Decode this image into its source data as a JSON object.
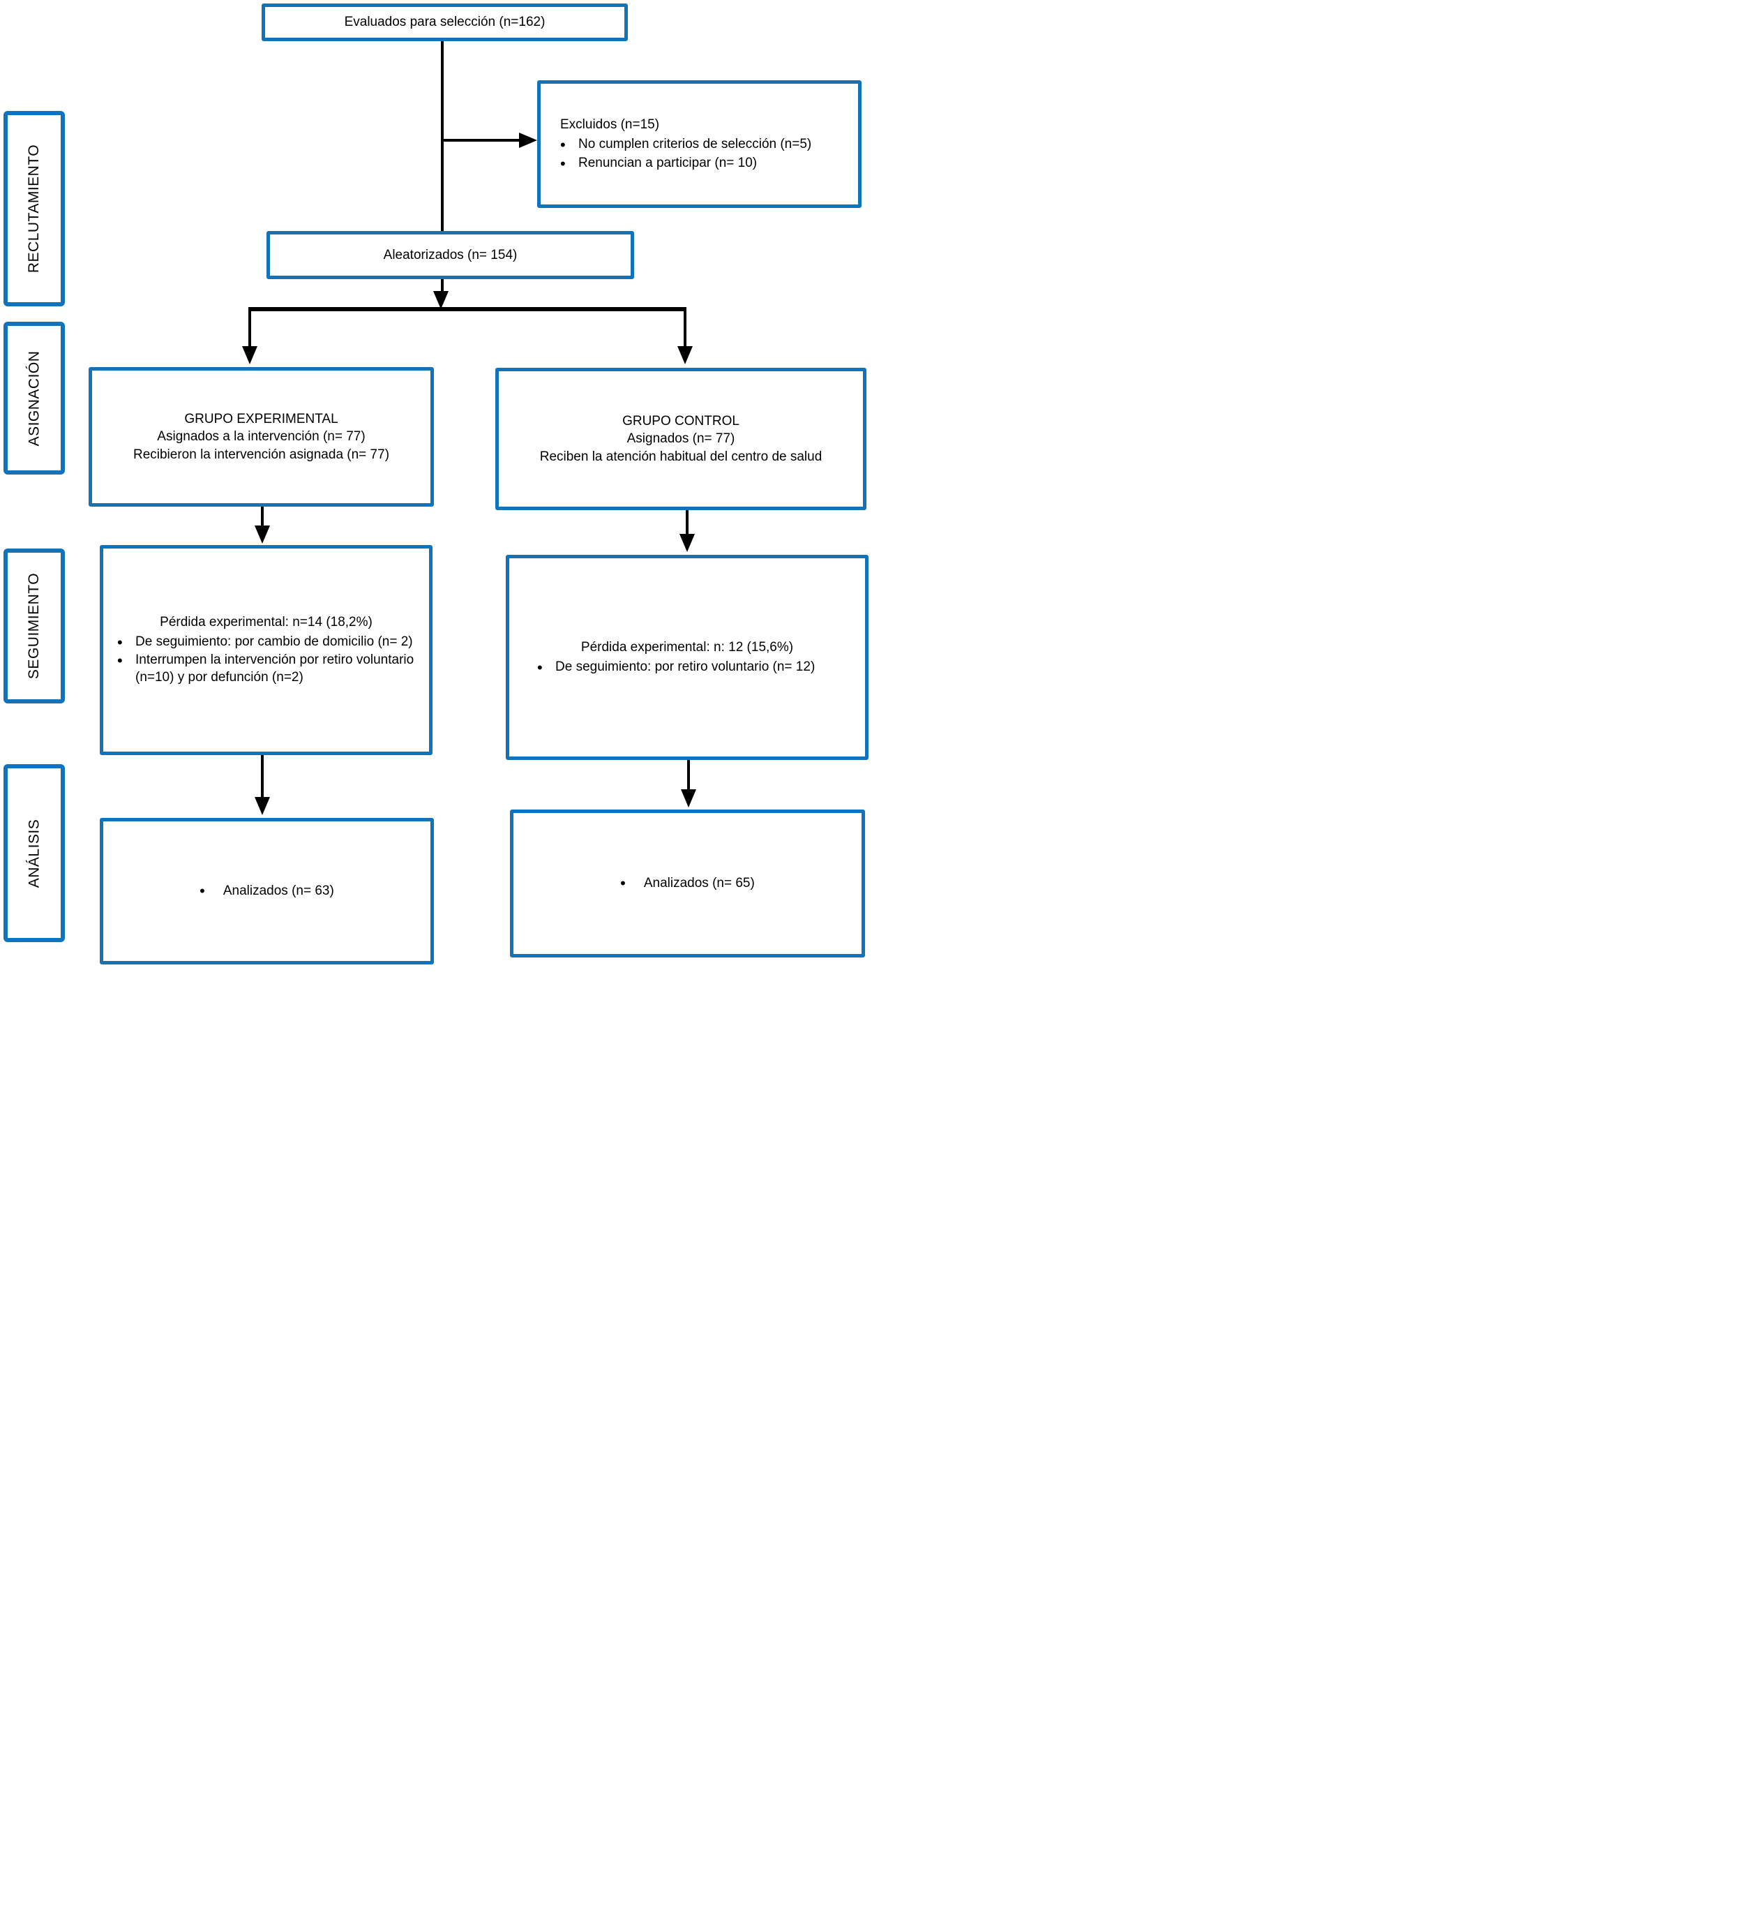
{
  "diagram": {
    "stages": [
      "RECLUTAMIENTO",
      "ASIGNACIÓN",
      "SEGUIMIENTO",
      "ANÁLISIS"
    ],
    "boxes": {
      "assessed": {
        "text": "Evaluados para selección (n=162)"
      },
      "excluded": {
        "title": "Excluidos (n=15)",
        "bullets": [
          "No cumplen criterios de selección (n=5)",
          "Renuncian a participar (n= 10)"
        ]
      },
      "randomized": {
        "text": "Aleatorizados (n= 154)"
      },
      "experimental_group": {
        "title": "GRUPO EXPERIMENTAL",
        "lines": [
          "Asignados a la intervención (n= 77)",
          "Recibieron la intervención asignada (n= 77)"
        ]
      },
      "control_group": {
        "title": "GRUPO CONTROL",
        "lines": [
          "Asignados (n= 77)",
          "Reciben la atención habitual del centro de salud"
        ]
      },
      "experimental_followup": {
        "title": "Pérdida experimental: n=14 (18,2%)",
        "bullets": [
          "De seguimiento: por cambio de domicilio (n= 2)",
          "Interrumpen la intervención por retiro voluntario (n=10) y por defunción (n=2)"
        ]
      },
      "control_followup": {
        "title": "Pérdida experimental: n: 12 (15,6%)",
        "bullets": [
          "De seguimiento: por retiro voluntario (n= 12)"
        ]
      },
      "experimental_analysis": {
        "bullets": [
          "Analizados (n= 63)"
        ]
      },
      "control_analysis": {
        "bullets": [
          "Analizados (n= 65)"
        ]
      }
    },
    "colors": {
      "box_border": "#1173BC",
      "arrow": "#000000",
      "text": "#000000",
      "background": "#FFFFFF"
    }
  }
}
